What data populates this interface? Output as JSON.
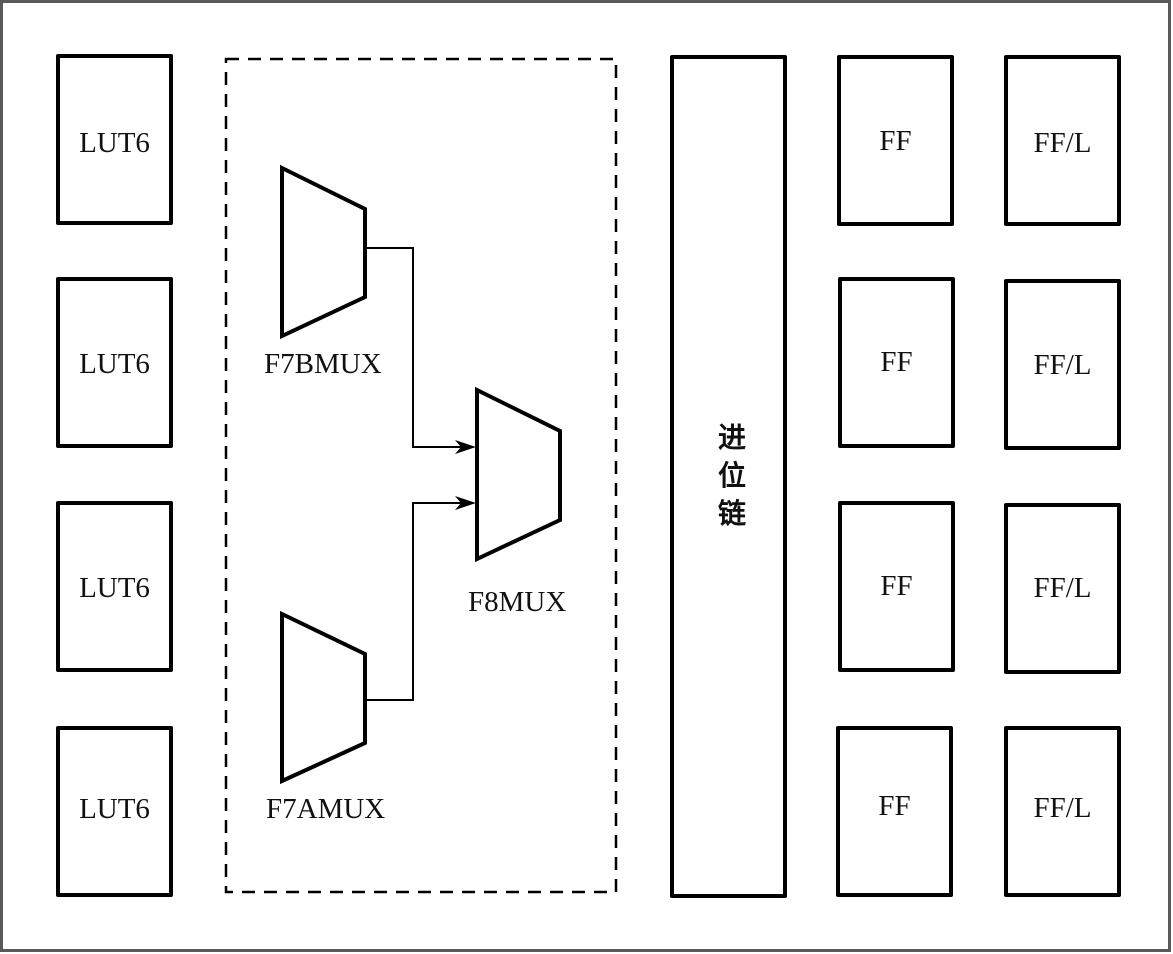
{
  "diagram": {
    "lut_blocks": [
      {
        "label": "LUT6"
      },
      {
        "label": "LUT6"
      },
      {
        "label": "LUT6"
      },
      {
        "label": "LUT6"
      }
    ],
    "mux_group": {
      "muxes": [
        {
          "id": "f7b",
          "label": "F7BMUX"
        },
        {
          "id": "f8",
          "label": "F8MUX"
        },
        {
          "id": "f7a",
          "label": "F7AMUX"
        }
      ],
      "connections": [
        {
          "from": "F7BMUX",
          "to": "F8MUX"
        },
        {
          "from": "F7AMUX",
          "to": "F8MUX"
        }
      ]
    },
    "carry_chain": {
      "label": "进位链",
      "chars": [
        "进",
        "位",
        "链"
      ]
    },
    "ff_blocks": [
      {
        "label": "FF"
      },
      {
        "label": "FF"
      },
      {
        "label": "FF"
      },
      {
        "label": "FF"
      }
    ],
    "ffl_blocks": [
      {
        "label": "FF/L"
      },
      {
        "label": "FF/L"
      },
      {
        "label": "FF/L"
      },
      {
        "label": "FF/L"
      }
    ]
  }
}
